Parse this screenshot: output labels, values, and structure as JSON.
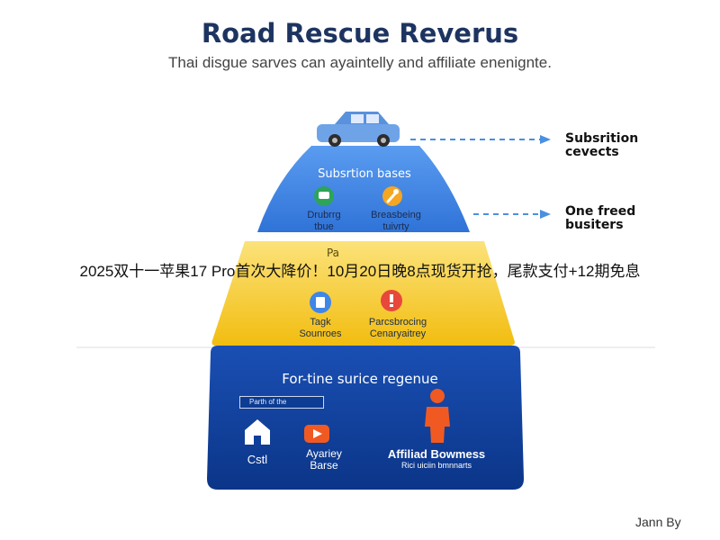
{
  "header": {
    "title": "Road Rescue Reverus",
    "subtitle": "Thai disgue sarves can ayaintelly and affiliate enenignte."
  },
  "tiers": {
    "top": {
      "title": "Subsrtion bases",
      "items": [
        {
          "icon": "chat-icon",
          "label_line1": "Drubrrg",
          "label_line2": "tbue"
        },
        {
          "icon": "wrench-icon",
          "label_line1": "Breasbeing",
          "label_line2": "tuivrty"
        }
      ]
    },
    "middle": {
      "title": "Pa",
      "items": [
        {
          "icon": "document-icon",
          "label_line1": "Tagk",
          "label_line2": "Sounroes"
        },
        {
          "icon": "alert-icon",
          "label_line1": "Parcsbrocing",
          "label_line2": "Cenaryaitrey"
        }
      ]
    },
    "bottom": {
      "title": "For-tine surice regenue",
      "input_value": "Parth of the",
      "items": [
        {
          "icon": "house-icon",
          "label_line1": "Cstl",
          "label_line2": ""
        },
        {
          "icon": "play-icon",
          "label_line1": "Ayariey",
          "label_line2": "Barse"
        },
        {
          "icon": "person-icon",
          "label_line1": "Affiliad Bowmess",
          "label_line2": "Rici uiciin bmnnarts"
        }
      ]
    }
  },
  "side_labels": [
    {
      "line1": "Subsrition",
      "line2": "cevects"
    },
    {
      "line1": "One freed",
      "line2": "busiters"
    }
  ],
  "overlay_text": "2025双十一苹果17 Pro首次大降价！10月20日晚8点现货开抢，尾款支付+12期免息",
  "credit": "Jann By",
  "colors": {
    "title": "#1d3461",
    "top_tier": "#3f86e6",
    "middle_tier": "#f5c518",
    "bottom_tier": "#0e3f9c",
    "car": "#6fa3e8",
    "person": "#f05a22",
    "play": "#f05a22",
    "arrow": "#4a8fe0"
  }
}
